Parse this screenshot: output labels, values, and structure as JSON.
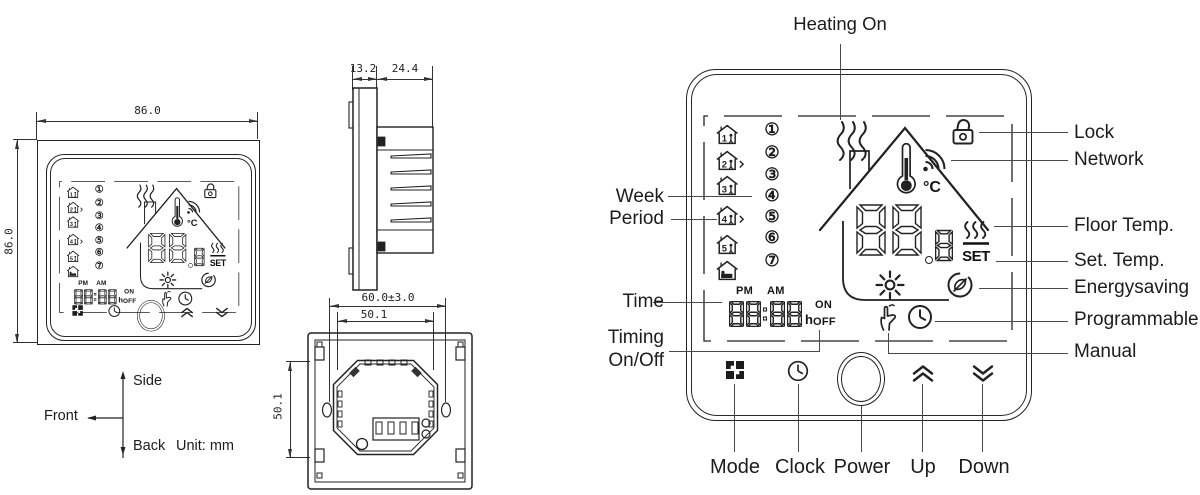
{
  "technical_drawing": {
    "front_width": "86.0",
    "front_height": "86.0",
    "side_front_thickness": "13.2",
    "side_back_depth": "24.4",
    "back_mount_width": "60.0±3.0",
    "back_hole_spacing_h": "50.1",
    "back_hole_spacing_v": "50.1",
    "orientation": {
      "side": "Side",
      "front": "Front",
      "back": "Back",
      "unit": "Unit: mm"
    }
  },
  "lcd": {
    "week_day_numbers": [
      "①",
      "②",
      "③",
      "④",
      "⑤",
      "⑥",
      "⑦"
    ],
    "period_numbers": [
      "1",
      "2",
      "3",
      "4",
      "5"
    ],
    "pm": "PM",
    "am": "AM",
    "time_value": "88:88",
    "hour_suffix": "h",
    "on": "ON",
    "off": "OFF",
    "temp_value": "88.8",
    "unit": "°C",
    "set": "SET"
  },
  "callouts": {
    "heating_on": "Heating On",
    "lock": "Lock",
    "network": "Network",
    "floor_temp": "Floor Temp.",
    "set_temp": "Set. Temp.",
    "energysaving": "Energysaving",
    "programmable": "Programmable",
    "manual": "Manual",
    "week": "Week",
    "period": "Period",
    "time": "Time",
    "timing_line1": "Timing",
    "timing_line2": "On/Off"
  },
  "buttons": {
    "mode": "Mode",
    "clock": "Clock",
    "power": "Power",
    "up": "Up",
    "down": "Down"
  }
}
